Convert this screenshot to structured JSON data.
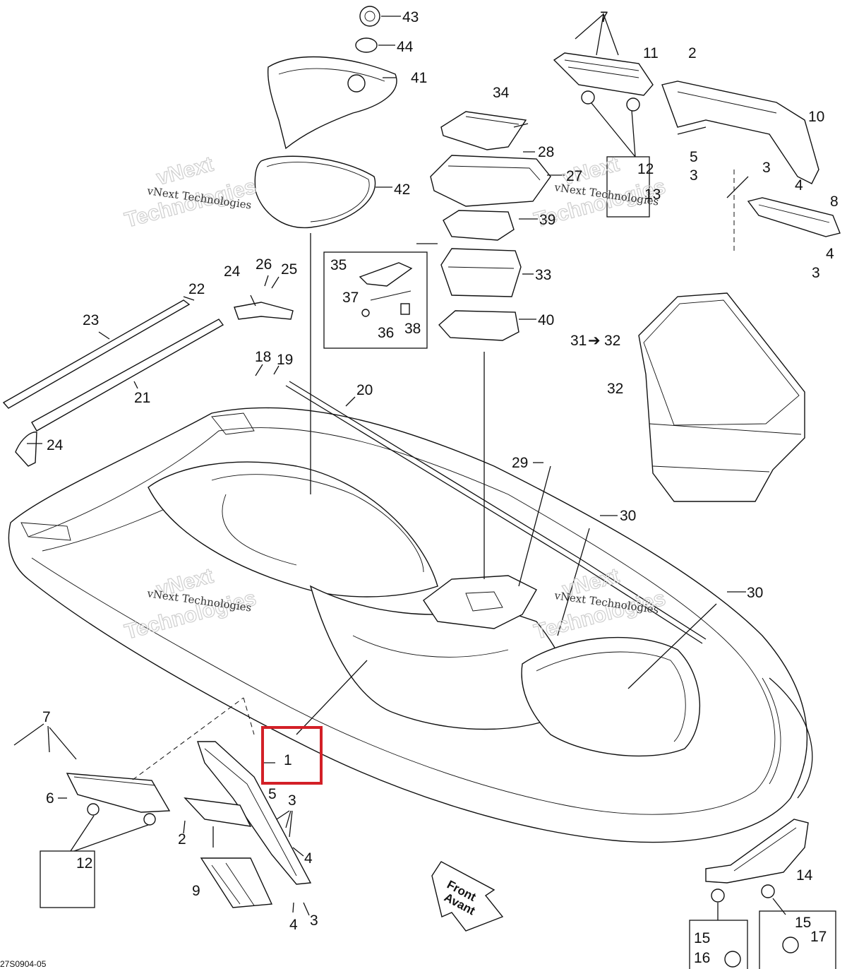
{
  "diagram": {
    "drawing_code": "27S0904-05",
    "front_label_en": "Front",
    "front_label_fr": "Avant",
    "watermark_small": "vNext Technologies",
    "watermark_big_line1": "vNext",
    "watermark_big_line2": "Technologies",
    "highlight_color": "#d32027",
    "highlighted_part": "1",
    "labels": {
      "p1": "1",
      "p2a": "2",
      "p2b": "2",
      "p3a": "3",
      "p3b": "3",
      "p3c": "3",
      "p3d": "3",
      "p3e": "3",
      "p4a": "4",
      "p4b": "4",
      "p4c": "4",
      "p4d": "4",
      "p5a": "5",
      "p5b": "5",
      "p6": "6",
      "p7a": "7",
      "p7b": "7",
      "p8": "8",
      "p9": "9",
      "p10": "10",
      "p11": "11",
      "p12a": "12",
      "p12b": "12",
      "p13": "13",
      "p14": "14",
      "p15a": "15",
      "p15b": "15",
      "p16": "16",
      "p17": "17",
      "p18": "18",
      "p19": "19",
      "p20": "20",
      "p21": "21",
      "p22": "22",
      "p23": "23",
      "p24a": "24",
      "p24b": "24",
      "p25": "25",
      "p26": "26",
      "p27": "27",
      "p28": "28",
      "p29": "29",
      "p30a": "30",
      "p30b": "30",
      "p31": "31",
      "p32a": "32",
      "p32b": "32",
      "p33": "33",
      "p34": "34",
      "p35": "35",
      "p36": "36",
      "p37": "37",
      "p38": "38",
      "p39": "39",
      "p40": "40",
      "p41": "41",
      "p42": "42",
      "p43": "43",
      "p44": "44"
    }
  }
}
